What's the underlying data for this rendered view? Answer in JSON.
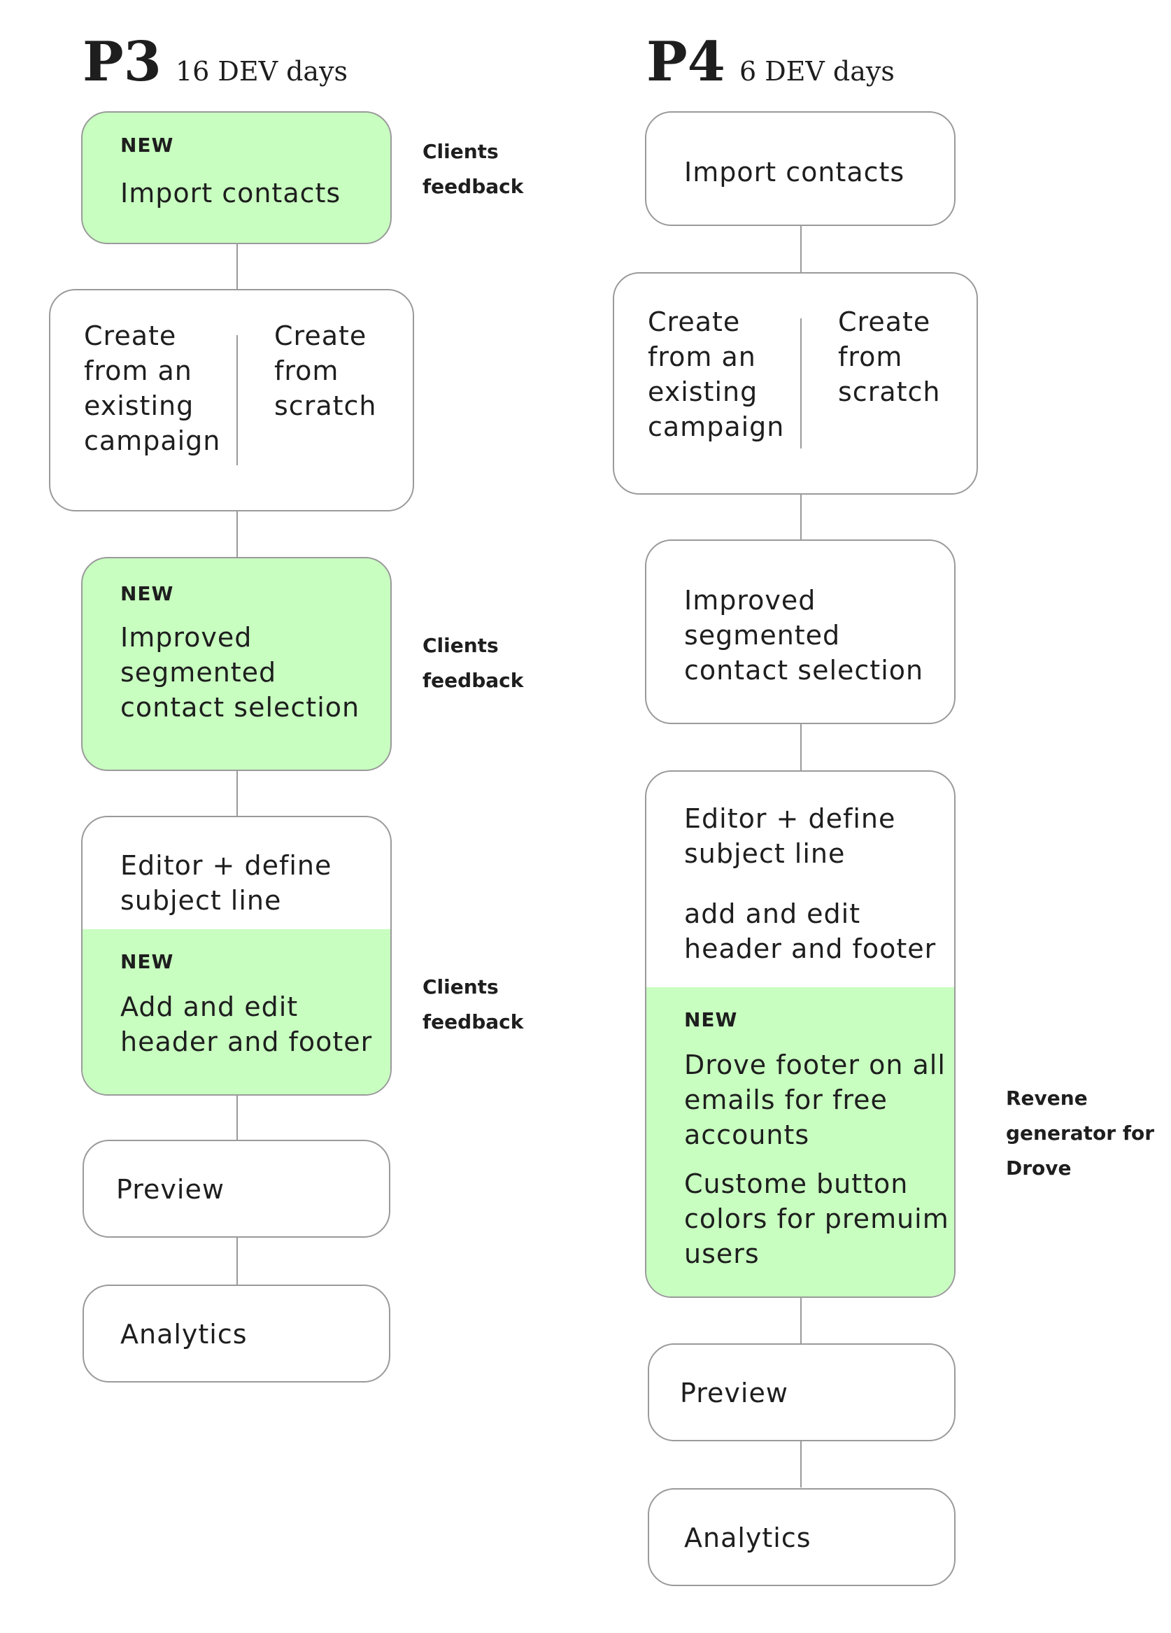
{
  "p3": {
    "phase": "P3",
    "duration": "16 DEV days",
    "new_badge": "NEW",
    "steps": {
      "import": "Import contacts",
      "create_existing": "Create\nfrom an\nexisting\ncampaign",
      "create_scratch": "Create\nfrom\nscratch",
      "segmented": "Improved\nsegmented\ncontact selection",
      "editor": "Editor + define\nsubject line",
      "header_footer": "Add and edit\nheader and footer",
      "preview": "Preview",
      "analytics": "Analytics"
    },
    "notes": {
      "import": "Clients\nfeedback",
      "segmented": "Clients\nfeedback",
      "header_footer": "Clients\nfeedback"
    }
  },
  "p4": {
    "phase": "P4",
    "duration": "6 DEV days",
    "new_badge": "NEW",
    "steps": {
      "import": "Import contacts",
      "create_existing": "Create\nfrom an\nexisting\ncampaign",
      "create_scratch": "Create\nfrom\nscratch",
      "segmented": "Improved\nsegmented\ncontact selection",
      "editor": "Editor + define\nsubject line",
      "header_footer": "add and edit\nheader and footer",
      "drove_footer": "Drove footer on all\nemails  for free\naccounts",
      "custom_button": "Custome button\ncolors for premuim\nusers",
      "preview": "Preview",
      "analytics": "Analytics"
    },
    "notes": {
      "drove": "Revene\ngenerator for\nDrove"
    }
  },
  "colors": {
    "highlight": "#c8ffc0",
    "border": "#9a9a9a",
    "text": "#1e1e1e"
  }
}
